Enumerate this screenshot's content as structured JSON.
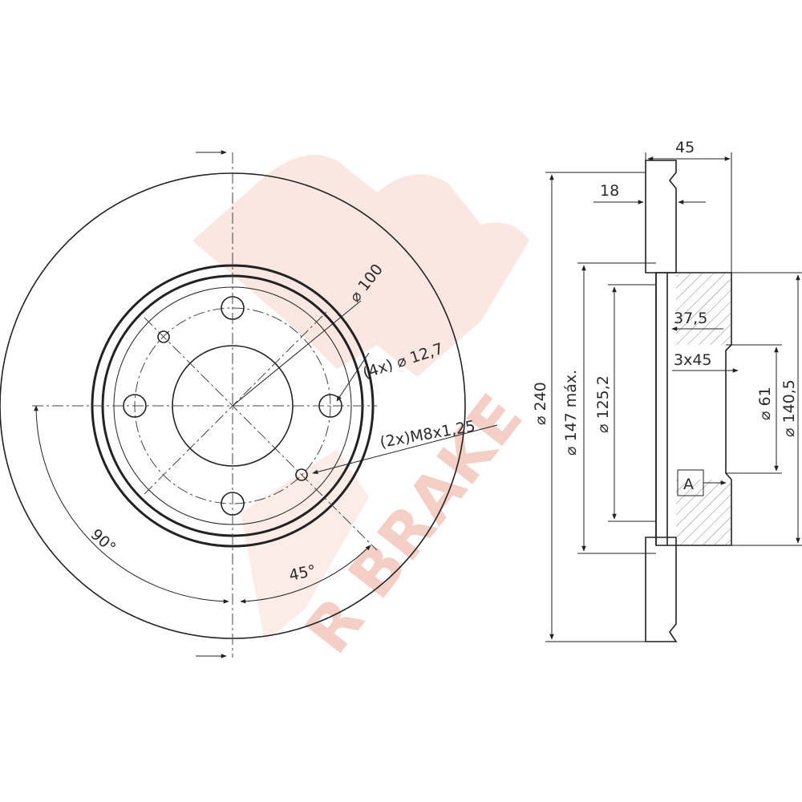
{
  "watermark": {
    "brand": "R BRAKE"
  },
  "front_view": {
    "dim_bolt_circle": "⌀ 100",
    "dim_bolt_holes": "(4x) ⌀ 12,7",
    "dim_threads": "(2x)M8x1,25",
    "dim_angle_bolts": "90°",
    "dim_angle_threads": "45°"
  },
  "section_view": {
    "dim_overall_thickness": "45",
    "dim_disc_thickness": "18",
    "dim_outer_diameter": "⌀ 240",
    "dim_hat_diameter": "⌀ 147 máx.",
    "dim_inner_diameter": "⌀ 125,2",
    "dim_hat_height": "37,5",
    "dim_chamfer": "3x45",
    "dim_center_bore": "⌀ 61",
    "dim_hub_diameter": "⌀ 140,5",
    "datum_label": "A"
  },
  "colors": {
    "line": "#222222",
    "watermark": "#f2c4b8"
  }
}
